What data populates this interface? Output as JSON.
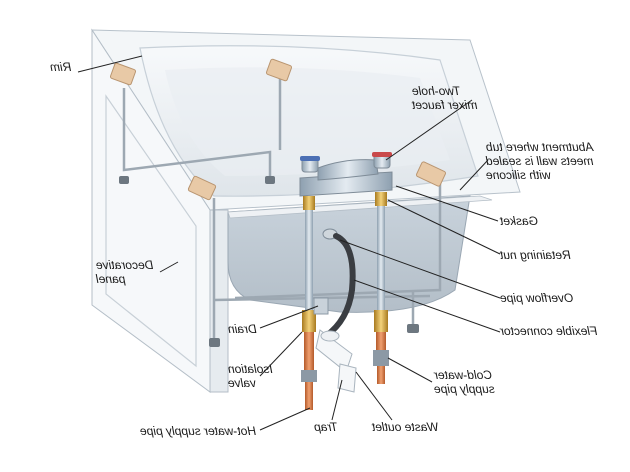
{
  "labels": {
    "rim": "Rim",
    "faucet": "Two-hole\nmixer faucet",
    "abutment": "Abutment where tub\nmeets wall is sealed\nwith silicone",
    "gasket": "Gasket",
    "retaining_nut": "Retaining nut",
    "decorative_panel": "Decorative\npanel",
    "overflow_pipe": "Overflow pipe",
    "flexible_connector": "Flexible connector",
    "drain": "Drain",
    "isolation_valve": "Isolation\nvalve",
    "cold_water": "Cold-water\nsupply pipe",
    "trap": "Trap",
    "waste_outlet": "Waste outlet",
    "hot_water": "Hot-water supply pipe"
  },
  "colors": {
    "tub": "#eef1f4",
    "panel": "#f4f6f8",
    "pipe_copper": "#d9773d",
    "brass": "#d8a43a",
    "hose": "#3a3d42",
    "chrome": "#b6c3cf",
    "wood": "#e8c9a6"
  }
}
